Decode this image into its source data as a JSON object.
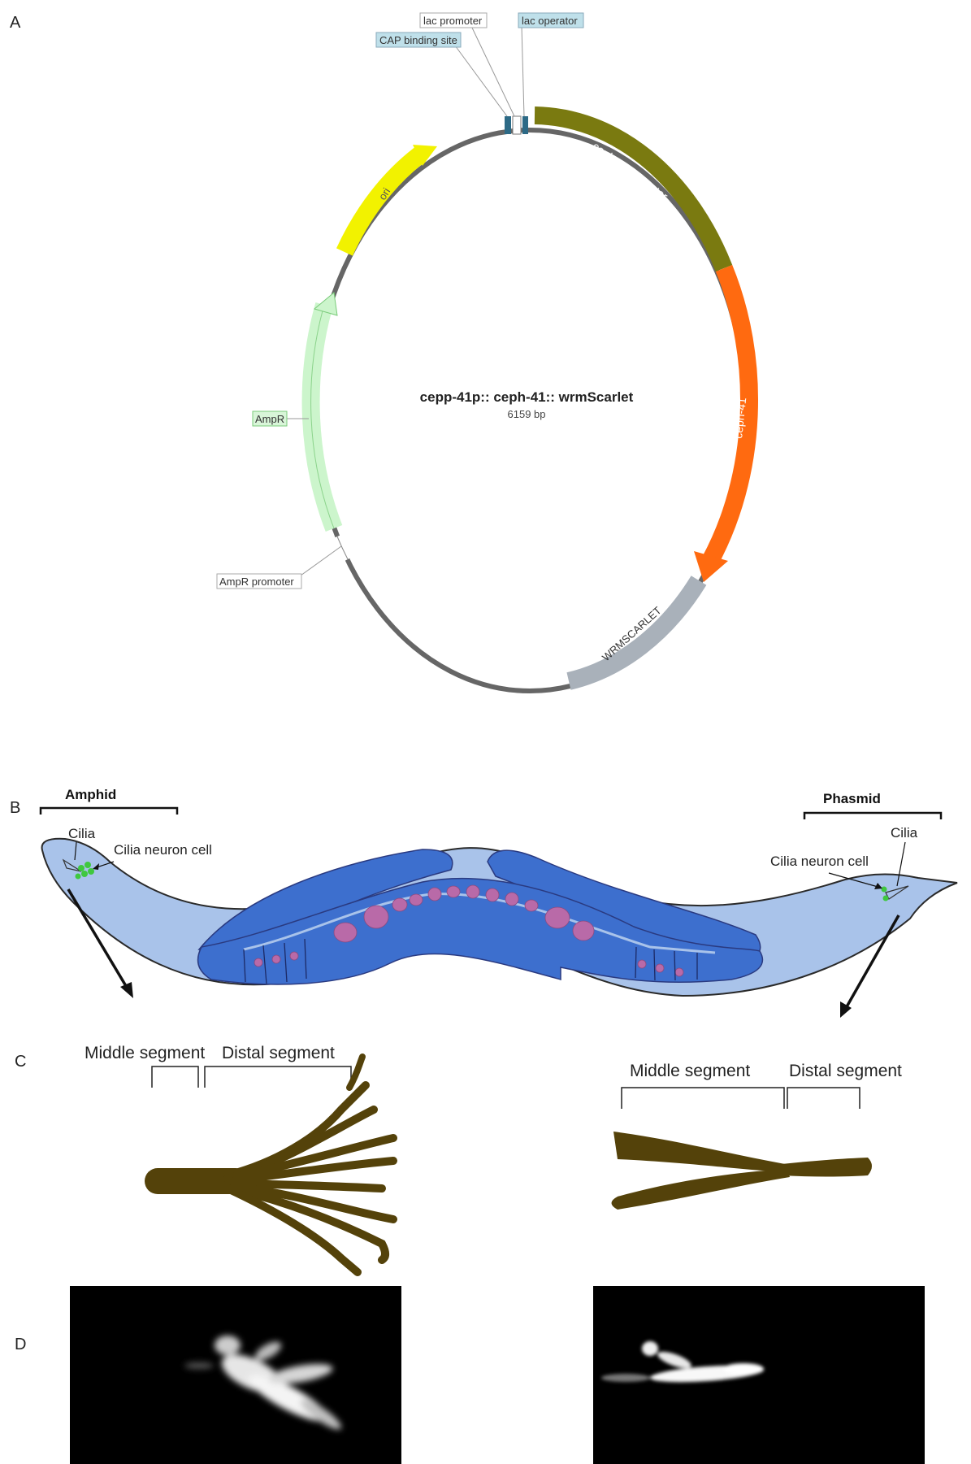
{
  "panels": {
    "a": "A",
    "b": "B",
    "c": "C",
    "d": "D"
  },
  "plasmid": {
    "name": "cepp-41p:: ceph-41:: wrmScarlet",
    "size": "6159 bp",
    "features": {
      "lac_promoter": "lac promoter",
      "lac_operator": "lac operator",
      "cap_site": "CAP binding site",
      "ceph41_promoter": "ceph-41 promoter",
      "ceph41": "ceph-41",
      "wrmscarlet": "WRMSCARLET",
      "ampr": "AmpR",
      "ampr_promoter": "AmpR promoter",
      "ori": "ori"
    },
    "colors": {
      "promoter": "#7a7a10",
      "gene": "#ff6a10",
      "reporter": "#a9b1ba",
      "ampr": "#ccf5cc",
      "ori": "#f2f200",
      "backbone": "#666666",
      "tag_blue": "#bfe0ea",
      "tag_green": "#d8f5d8"
    }
  },
  "worm": {
    "amphid": "Amphid",
    "phasmid": "Phasmid",
    "cilia_left": "Cilia",
    "neuron_left": "Cilia neuron cell",
    "cilia_right": "Cilia",
    "neuron_right": "Cilia neuron cell",
    "colors": {
      "body": "#a9c3ea",
      "gut": "#3d6fce",
      "egg": "#b96aa8",
      "neuron": "#3fc83f"
    }
  },
  "cilia": {
    "left_middle": "Middle segment",
    "left_distal": "Distal segment",
    "right_middle": "Middle segment",
    "right_distal": "Distal segment",
    "color": "#54420a"
  }
}
